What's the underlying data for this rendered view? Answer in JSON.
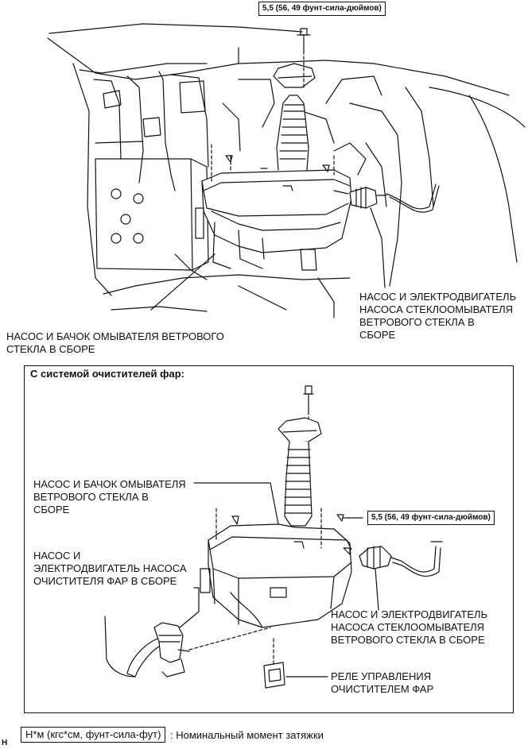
{
  "top_torque_label": "5,5 (56, 49 фунт-сила-дюймов)",
  "main_labels": {
    "washer_jar": "НАСОС И БАЧОК ОМЫВАТЕЛЯ ВЕТРОВОГО\nСТЕКЛА В СБОРЕ",
    "washer_motor": "НАСОС И ЭЛЕКТРОДВИГАТЕЛЬ\nНАСОСА СТЕКЛООМЫВАТЕЛЯ\nВЕТРОВОГО СТЕКЛА В\nСБОРЕ"
  },
  "inset": {
    "title": "С системой очистителей фар:",
    "torque_label": "5,5 (56, 49 фунт-сила-дюймов)",
    "washer_jar": "НАСОС И БАЧОК ОМЫВАТЕЛЯ\nВЕТРОВОГО СТЕКЛА В\nСБОРЕ",
    "headlamp_motor": "НАСОС И\nЭЛЕКТРОДВИГАТЕЛЬ НАСОСА\nОЧИСТИТЕЛЯ ФАР В СБОРЕ",
    "washer_motor": "НАСОС И ЭЛЕКТРОДВИГАТЕЛЬ\nНАСОСА СТЕКЛООМЫВАТЕЛЯ\nВЕТРОВОГО СТЕКЛА В СБОРЕ",
    "relay": "РЕЛЕ УПРАВЛЕНИЯ\nОЧИСТИТЕЛЕМ ФАР"
  },
  "legend": {
    "unit_box": "Н*м (кгс*см, фунт-сила-фут)",
    "description": ": Номинальный момент затяжки"
  },
  "corner_mark": "Н"
}
